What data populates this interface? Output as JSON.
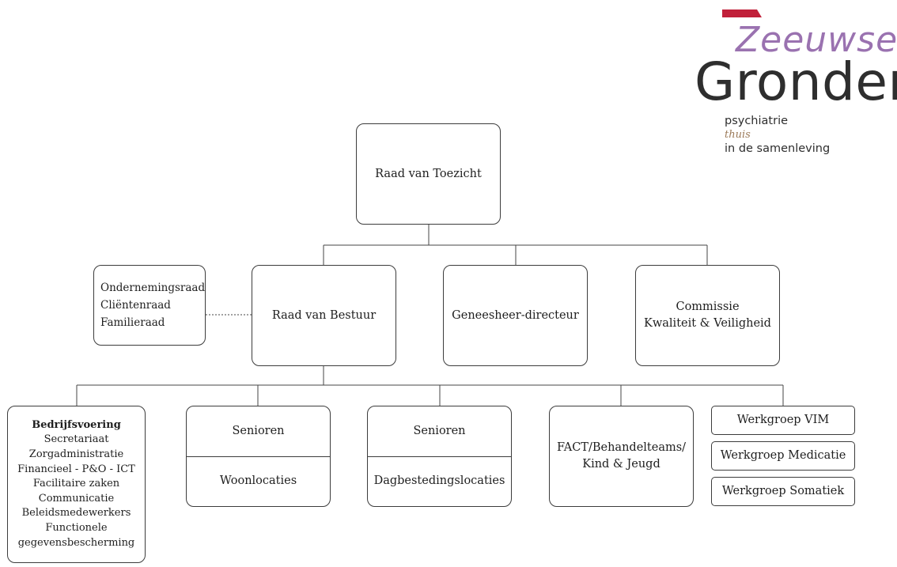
{
  "logo": {
    "line1": "Zeeuwse",
    "line2": "Gronden",
    "tagline1": "psychiatrie",
    "tagline2": "thuis",
    "tagline3": "in de samenleving",
    "colors": {
      "accent_bar": "#c1203a",
      "zeeuwse": "#9a72b0",
      "gronden": "#2e2e2e",
      "thuis": "#9c7b5a"
    }
  },
  "boxes": {
    "raad_van_toezicht": "Raad van Toezicht",
    "raden": [
      "Ondernemingsraad",
      "Cliëntenraad",
      "Familieraad"
    ],
    "raad_van_bestuur": "Raad van Bestuur",
    "geneesheer_directeur": "Geneesheer-directeur",
    "commissie": [
      "Commissie",
      "Kwaliteit & Veiligheid"
    ],
    "bedrijfsvoering": {
      "title": "Bedrijfsvoering",
      "items": [
        "Secretariaat",
        "Zorgadministratie",
        "Financieel - P&O - ICT",
        "Facilitaire zaken",
        "Communicatie",
        "Beleidsmedewerkers",
        "Functionele",
        "gegevensbescherming"
      ]
    },
    "senioren_woon": {
      "top": "Senioren",
      "bottom": "Woonlocaties"
    },
    "senioren_dag": {
      "top": "Senioren",
      "bottom": "Dagbestedingslocaties"
    },
    "fact": [
      "FACT/Behandelteams/",
      "Kind & Jeugd"
    ],
    "werkgroepen": [
      "Werkgroep VIM",
      "Werkgroep Medicatie",
      "Werkgroep Somatiek"
    ]
  }
}
